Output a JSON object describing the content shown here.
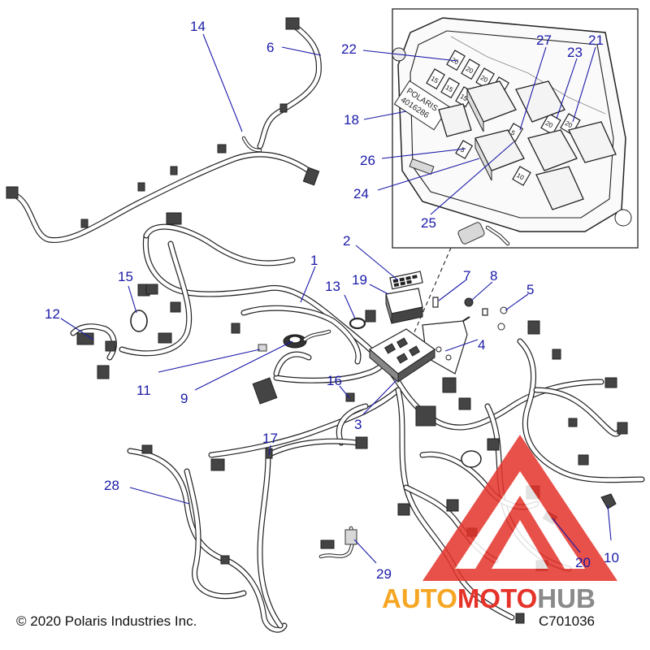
{
  "callouts": [
    "1",
    "2",
    "3",
    "4",
    "5",
    "6",
    "7",
    "8",
    "9",
    "10",
    "11",
    "12",
    "13",
    "14",
    "15",
    "16",
    "17",
    "18",
    "19",
    "20",
    "21",
    "22",
    "23",
    "24",
    "25",
    "26",
    "27",
    "28",
    "29"
  ],
  "inset": {
    "module_label_lines": [
      "POLARIS",
      "4016286"
    ],
    "fuse_ratings": [
      "20",
      "20",
      "20",
      "20",
      "15",
      "15",
      "15",
      "15",
      "20",
      "20",
      "5",
      "5",
      "10"
    ]
  },
  "watermark": {
    "part1": "AUTO",
    "part2": "MOTO",
    "part3": "HUB",
    "color_orange": "#f5a623",
    "color_red": "#e5332a",
    "color_gray": "#8a8a8a"
  },
  "footer": {
    "copyright": "© 2020 Polaris Industries Inc.",
    "drawing_id": "C701036"
  },
  "colors": {
    "callout_blue": "#1a1aa8",
    "line_black": "#222222"
  }
}
